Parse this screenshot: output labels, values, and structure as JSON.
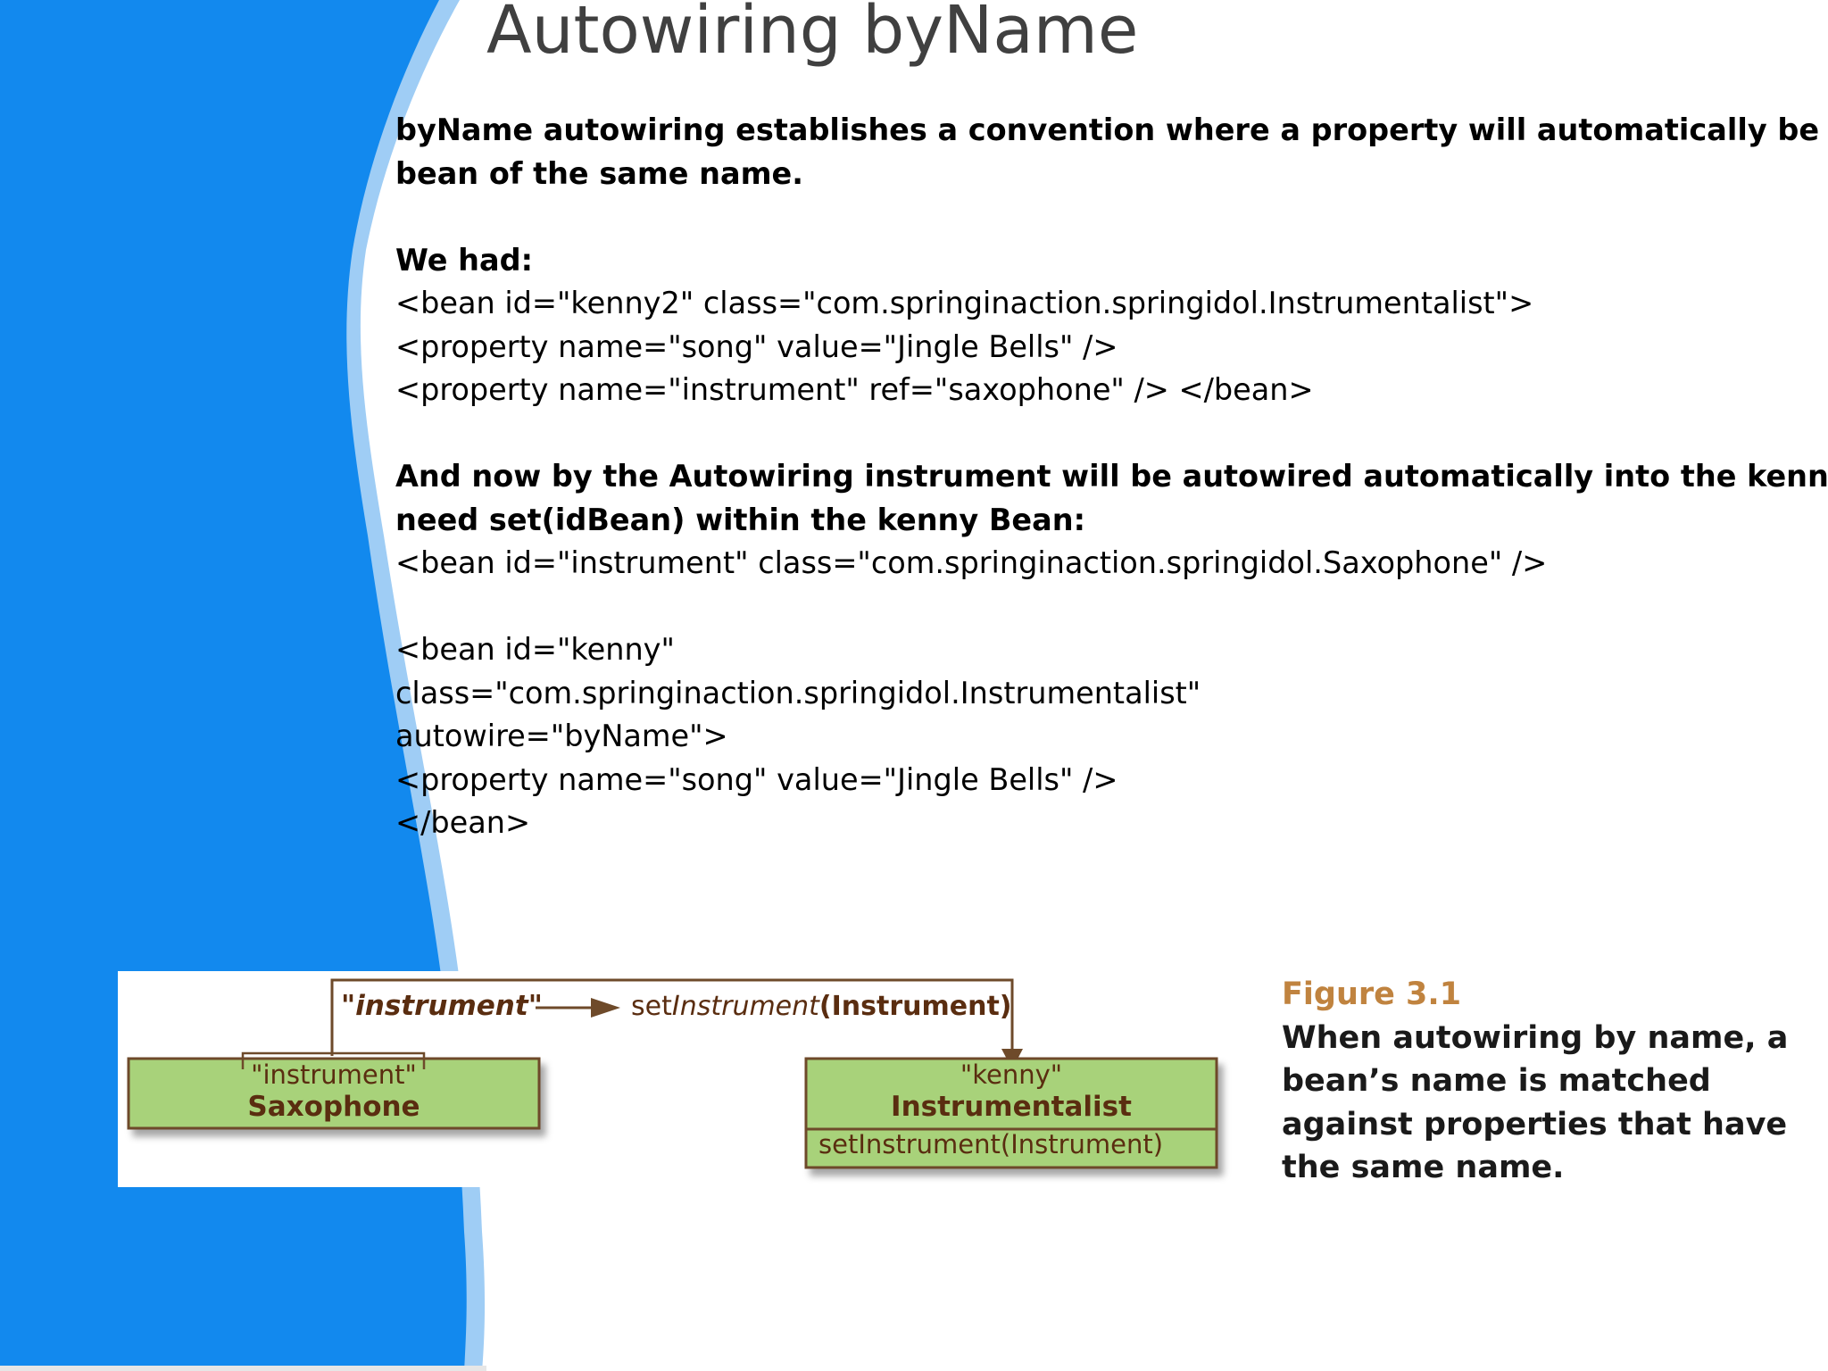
{
  "slide": {
    "title": "Autowiring byName",
    "lines": [
      {
        "text": "byName autowiring establishes a convention where a property will automatically be wired with a",
        "bold": true
      },
      {
        "text": "bean of the same name.",
        "bold": true
      },
      {
        "text": "",
        "bold": false
      },
      {
        "text": "We had:",
        "bold": true
      },
      {
        "text": "<bean id=\"kenny2\" class=\"com.springinaction.springidol.Instrumentalist\">",
        "bold": false
      },
      {
        "text": "<property name=\"song\" value=\"Jingle Bells\" />",
        "bold": false
      },
      {
        "text": "<property name=\"instrument\" ref=\"saxophone\" /> </bean>",
        "bold": false
      },
      {
        "text": "",
        "bold": false
      },
      {
        "text": "And now by the Autowiring instrument will be autowired automatically into the kenny bean. We",
        "bold": true
      },
      {
        "text": "need set(idBean) within the kenny Bean:",
        "bold": true
      },
      {
        "text": "<bean id=\"instrument\" class=\"com.springinaction.springidol.Saxophone\" />",
        "bold": false
      },
      {
        "text": "",
        "bold": false
      },
      {
        "text": "<bean id=\"kenny\"",
        "bold": false
      },
      {
        "text": "class=\"com.springinaction.springidol.Instrumentalist\"",
        "bold": false
      },
      {
        "text": "autowire=\"byName\">",
        "bold": false
      },
      {
        "text": "<property name=\"song\" value=\"Jingle Bells\" />",
        "bold": false
      },
      {
        "text": "</bean>",
        "bold": false
      }
    ]
  },
  "diagram": {
    "arrow_source_label": "\"instrument\"",
    "arrow_target_label_prefix": "set",
    "arrow_target_label_italic": "Instrument",
    "arrow_target_label_suffix": "(Instrument)",
    "saxophone_box": {
      "id_label": "\"instrument\"",
      "class_label": "Saxophone"
    },
    "instrumentalist_box": {
      "id_label": "\"kenny\"",
      "class_label": "Instrumentalist",
      "method_label": "setInstrument(Instrument)"
    },
    "colors": {
      "box_fill": "#a8d27a",
      "box_border": "#6e4a2a",
      "arrow": "#6e4a2a",
      "brand_blue": "#1289ee"
    }
  },
  "caption": {
    "figure_label": "Figure 3.1",
    "lines": [
      "When autowiring by name, a",
      "bean’s name is matched",
      "against properties that have",
      "the same name."
    ]
  }
}
